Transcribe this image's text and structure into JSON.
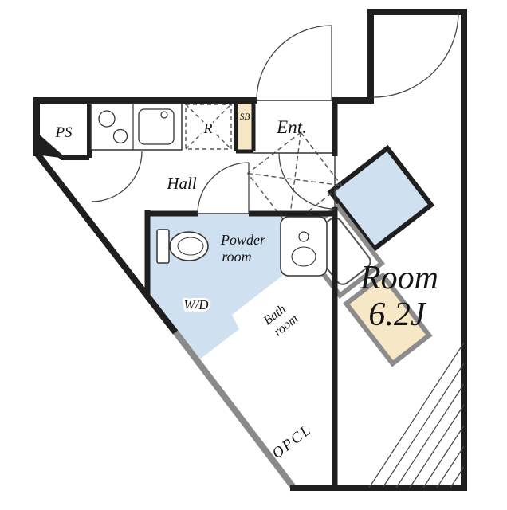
{
  "plan": {
    "title": "apartment-floor-plan",
    "labels": {
      "ps": "PS",
      "r": "R",
      "sb": "SB",
      "ent": "Ent.",
      "hall": "Hall",
      "powder1": "Powder",
      "powder2": "room",
      "wd": "W/D",
      "bath1": "Bath",
      "bath2": "room",
      "room1": "Room",
      "room2": "6.2J",
      "opcl": "OPCL"
    },
    "colors": {
      "wet": "#cfe0f0",
      "storage": "#f6e7c6",
      "wall": "#1f1f1f",
      "wall_gray": "#8a8a8a",
      "bg": "#ffffff"
    }
  }
}
